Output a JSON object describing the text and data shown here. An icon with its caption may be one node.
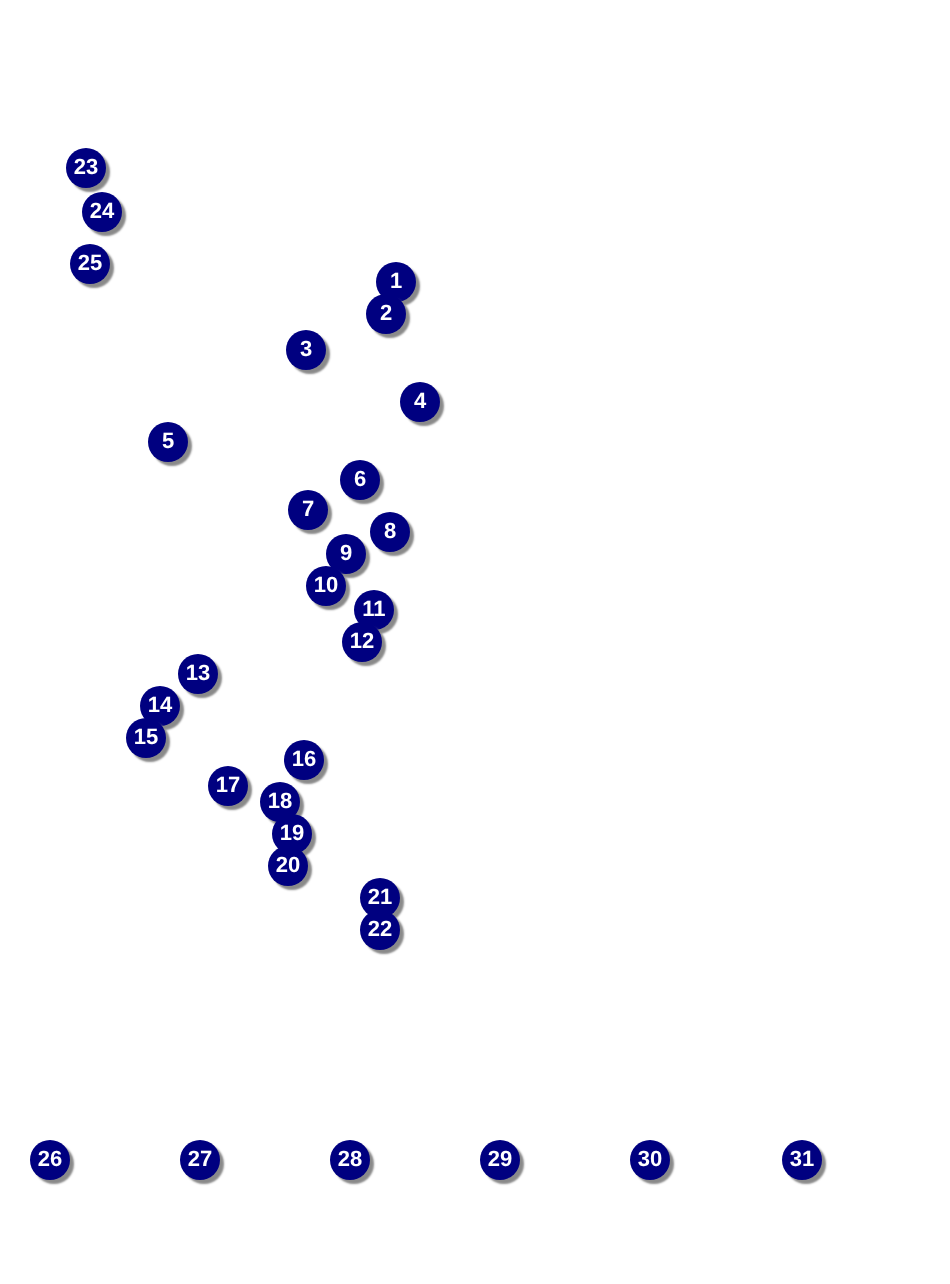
{
  "diagram": {
    "labels": [
      "23",
      "24",
      "25",
      "1",
      "2",
      "3",
      "4",
      "5",
      "6",
      "7",
      "8",
      "9",
      "10",
      "11",
      "12",
      "13",
      "14",
      "15",
      "16",
      "17",
      "18",
      "19",
      "20",
      "21",
      "22",
      "26",
      "27",
      "28",
      "29",
      "30",
      "31"
    ]
  }
}
